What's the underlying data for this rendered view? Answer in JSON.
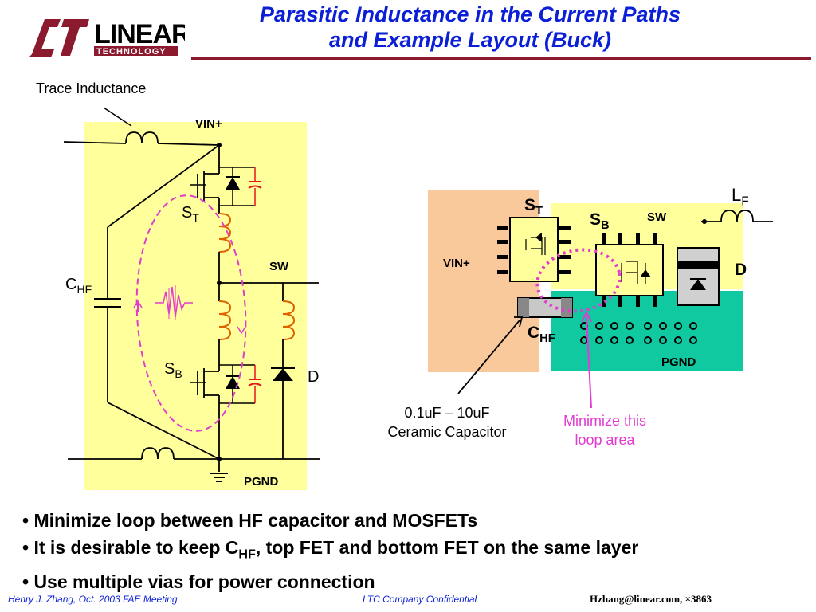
{
  "header": {
    "title_line1": "Parasitic Inductance in the Current Paths",
    "title_line2": "and Example Layout (Buck)",
    "logo_text": "LINEAR",
    "logo_subtext": "TECHNOLOGY"
  },
  "schematic": {
    "trace_inductance": "Trace Inductance",
    "vin": "VIN+",
    "sw": "SW",
    "pgnd": "PGND",
    "c_main": "C",
    "c_sub": "HF",
    "st_main": "S",
    "st_sub": "T",
    "sb_main": "S",
    "sb_sub": "B",
    "d": "D"
  },
  "layout": {
    "st_main": "S",
    "st_sub": "T",
    "sb_main": "S",
    "sb_sub": "B",
    "sw": "SW",
    "lf_main": "L",
    "lf_sub": "F",
    "vin": "VIN+",
    "d": "D",
    "chf_main": "C",
    "chf_sub": "HF",
    "pgnd": "PGND",
    "cap_note_line1": "0.1uF – 10uF",
    "cap_note_line2": "Ceramic Capacitor",
    "loop_note_line1": "Minimize this",
    "loop_note_line2": "loop area"
  },
  "bullets": {
    "b1": "• Minimize loop between HF capacitor and MOSFETs",
    "b2_pre": "• It is desirable to keep C",
    "b2_sub": "HF",
    "b2_post": ", top FET and bottom FET on the same layer",
    "b3": "• Use multiple vias for power connection"
  },
  "footer": {
    "left": "Henry J. Zhang, Oct. 2003 FAE Meeting",
    "center": "LTC Company Confidential",
    "right": "Hzhang@linear.com, ×3863"
  },
  "colors": {
    "title": "#0b1fd6",
    "rule": "#8b1a2e",
    "yellow": "#ffff9c",
    "peach": "#f9c89b",
    "green": "#10c9a0",
    "magenta": "#e23bd0",
    "parasitic": "#e06000",
    "cap_red": "#e8141c"
  }
}
